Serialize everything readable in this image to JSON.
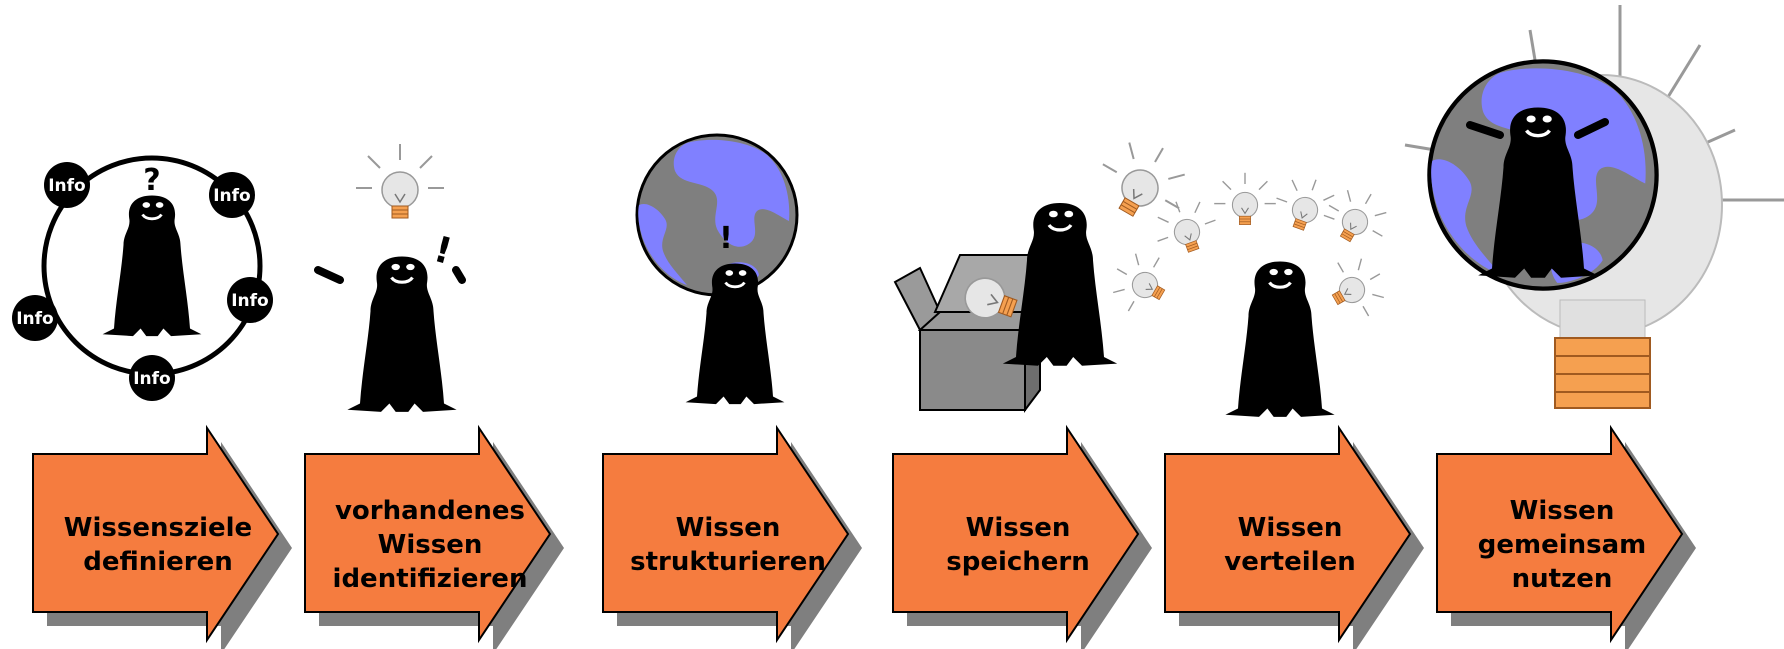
{
  "colors": {
    "arrow_fill": "#f57c3f",
    "arrow_shadow": "#7f7f7f",
    "globe_ocean": "#7f7f7f",
    "globe_land": "#8080ff",
    "bulb_glass": "#e6e6e6",
    "bulb_base": "#f5a050",
    "box": "#8a8a8a"
  },
  "info_label": "Info",
  "steps": [
    {
      "label": "Wissensziele\ndefinieren",
      "icon": "person-info-circle-icon"
    },
    {
      "label": "vorhandenes\nWissen\nidentifizieren",
      "icon": "person-lightbulb-idea-icon"
    },
    {
      "label": "Wissen\nstrukturieren",
      "icon": "person-globe-icon"
    },
    {
      "label": "Wissen\nspeichern",
      "icon": "person-box-lightbulb-icon"
    },
    {
      "label": "Wissen\nverteilen",
      "icon": "person-sharing-lightbulbs-icon"
    },
    {
      "label": "Wissen\ngemeinsam\nnutzen",
      "icon": "globe-lightbulb-person-icon"
    }
  ]
}
